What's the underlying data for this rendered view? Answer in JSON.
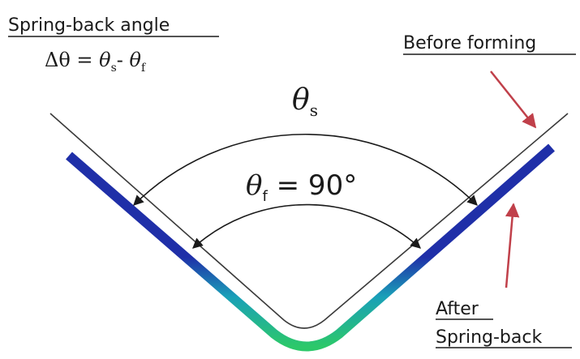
{
  "title": "Spring-back angle",
  "formula": {
    "lhs": "Δθ = ",
    "theta_s": "θ",
    "sub_s": "s",
    "dash": "- ",
    "theta_f": "θ",
    "sub_f": "f"
  },
  "labels": {
    "before_forming": "Before forming",
    "after_line1": "After",
    "after_line2": "Spring-back"
  },
  "angles": {
    "theta_s_symbol": "θ",
    "theta_s_sub": "s",
    "theta_f_symbol": "θ",
    "theta_f_sub": "f",
    "theta_f_value": " = 90°"
  },
  "colors": {
    "part_outer": "#1f2fa8",
    "part_bottom": "#2cc86a",
    "part_mid": "#1aa0b8",
    "arrow_red": "#c0404a",
    "line_gray": "#3a3a3a"
  }
}
